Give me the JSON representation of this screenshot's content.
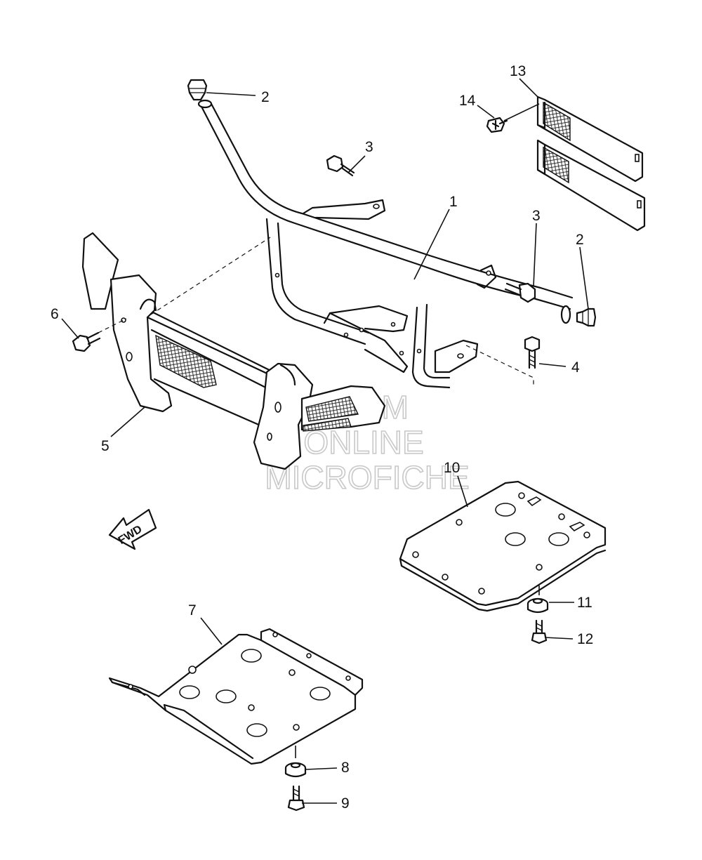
{
  "diagram": {
    "callouts": {
      "c1": "1",
      "c2a": "2",
      "c2b": "2",
      "c3a": "3",
      "c3b": "3",
      "c4": "4",
      "c5": "5",
      "c6": "6",
      "c7": "7",
      "c8": "8",
      "c9": "9",
      "c10": "10",
      "c11": "11",
      "c12": "12",
      "c13": "13",
      "c14": "14"
    },
    "fwd_label": "FWD",
    "watermark": {
      "line1": "HLSM",
      "line2": "ONLINE",
      "line3": "MICROFICHE"
    }
  }
}
